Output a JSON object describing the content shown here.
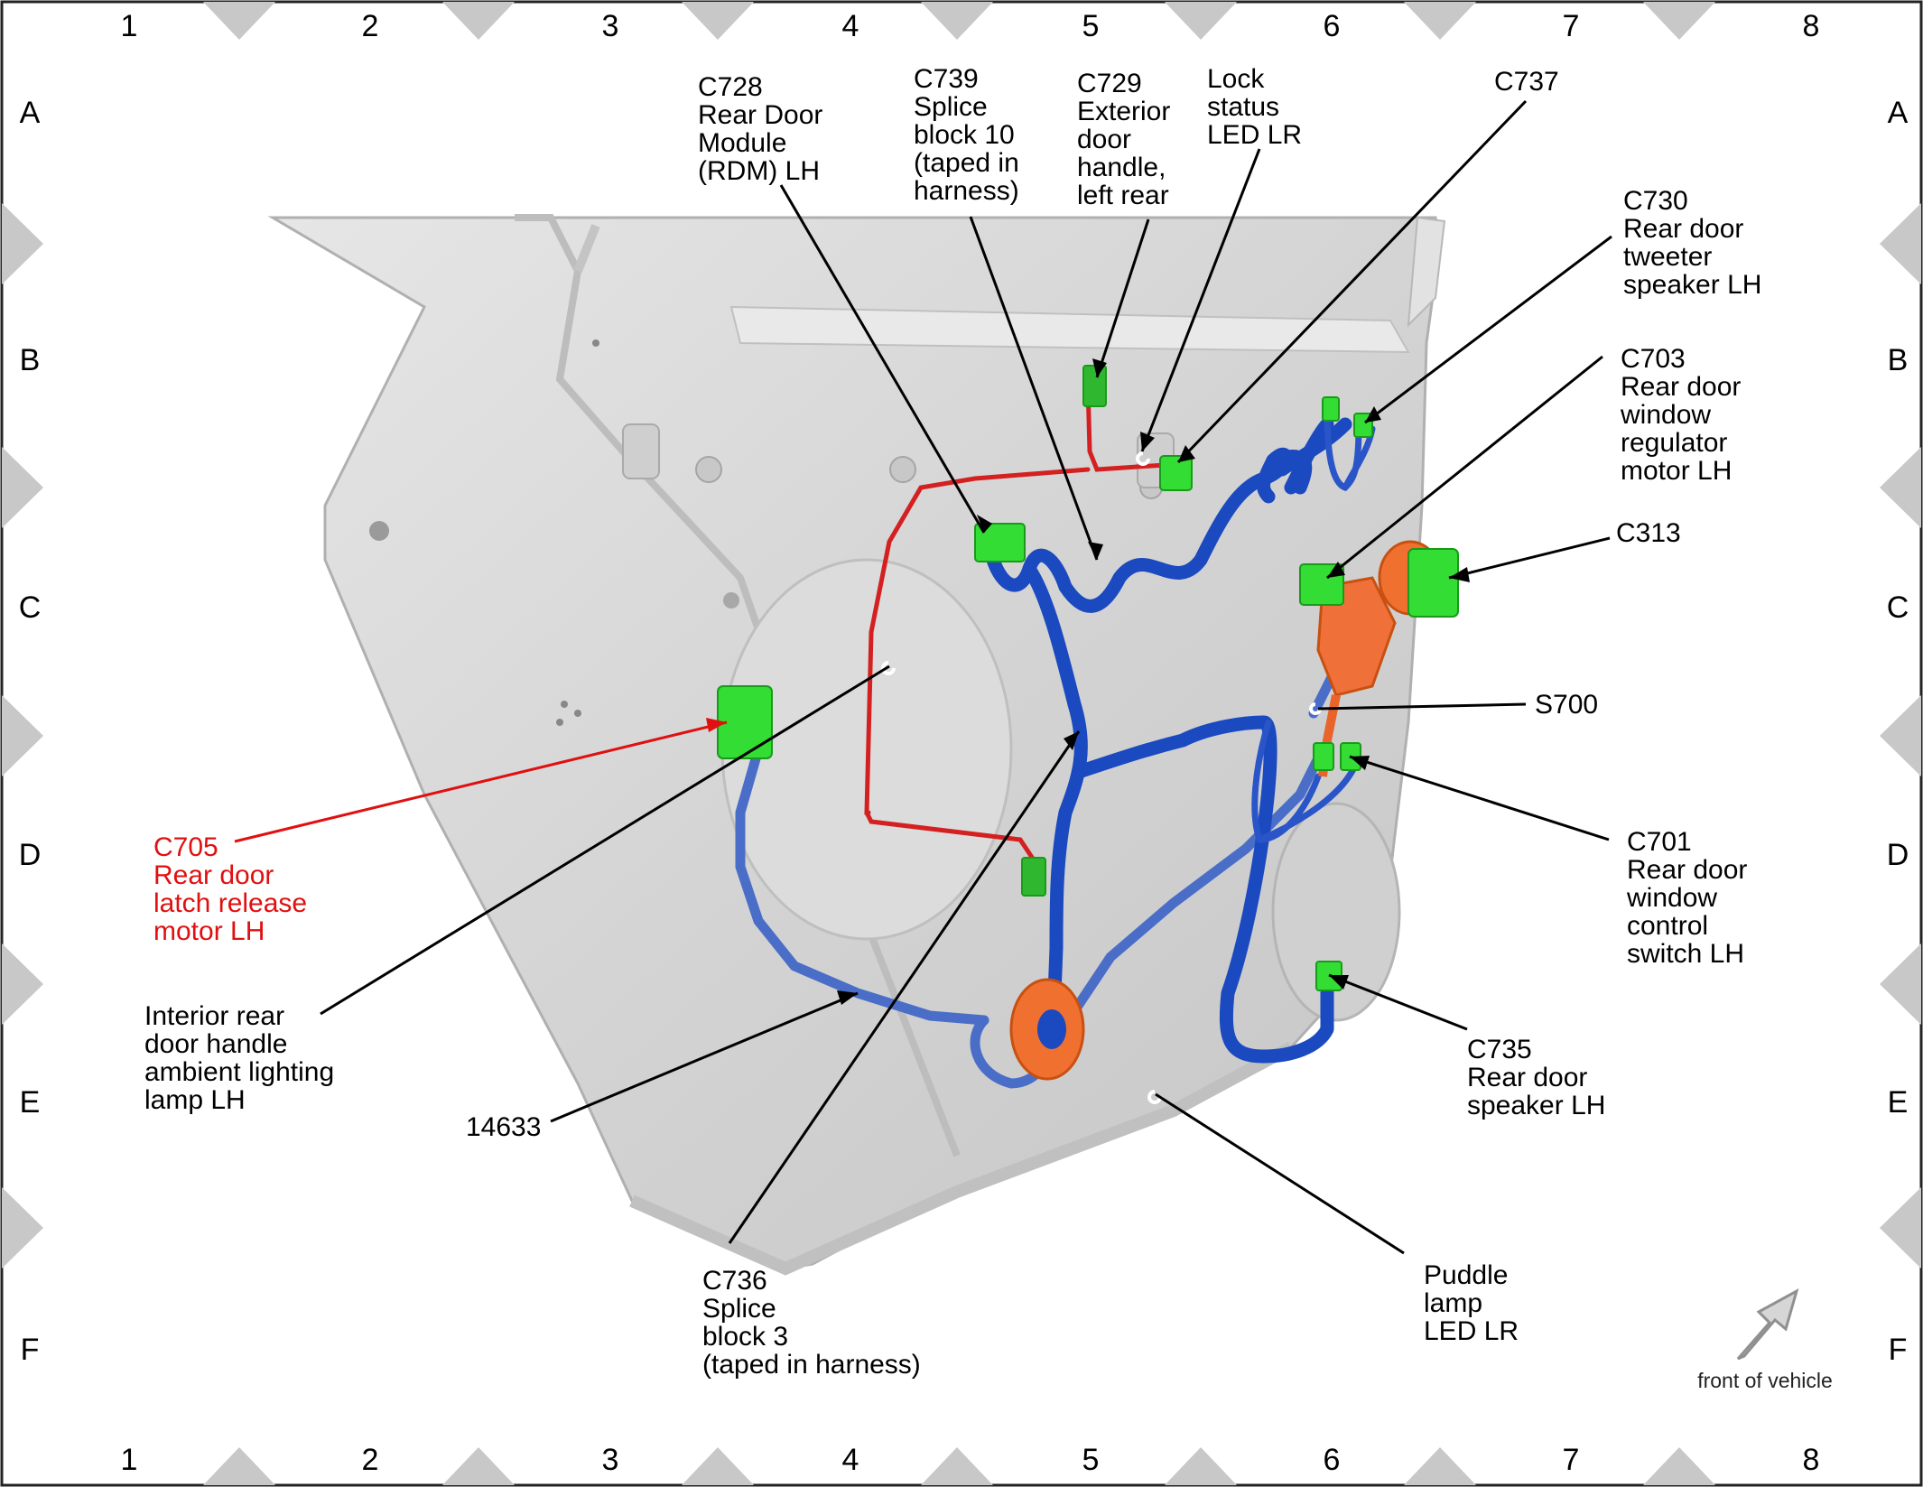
{
  "grid": {
    "columns": [
      "1",
      "2",
      "3",
      "4",
      "5",
      "6",
      "7",
      "8"
    ],
    "rows": [
      "A",
      "B",
      "C",
      "D",
      "E",
      "F"
    ]
  },
  "callouts": {
    "c728": [
      "C728",
      "Rear Door",
      "Module",
      "(RDM) LH"
    ],
    "c739": [
      "C739",
      "Splice",
      "block 10",
      "(taped in",
      "harness)"
    ],
    "c729": [
      "C729",
      "Exterior",
      "door",
      "handle,",
      "left rear"
    ],
    "lock_led": [
      "Lock",
      "status",
      "LED LR"
    ],
    "c737": [
      "C737"
    ],
    "c730": [
      "C730",
      "Rear door",
      "tweeter",
      "speaker LH"
    ],
    "c703": [
      "C703",
      "Rear door",
      "window",
      "regulator",
      "motor LH"
    ],
    "c313": [
      "C313"
    ],
    "s700": [
      "S700"
    ],
    "c701": [
      "C701",
      "Rear door",
      "window",
      "control",
      "switch LH"
    ],
    "c735": [
      "C735",
      "Rear door",
      "speaker LH"
    ],
    "puddle": [
      "Puddle",
      "lamp",
      "LED LR"
    ],
    "c736": [
      "C736",
      "Splice",
      "block 3",
      "(taped in harness)"
    ],
    "n14633": [
      "14633"
    ],
    "interior": [
      "Interior rear",
      "door handle",
      "ambient lighting",
      "lamp LH"
    ],
    "c705": [
      "C705",
      "Rear door",
      "latch release",
      "motor LH"
    ]
  },
  "orientation_label": "front of vehicle",
  "colors": {
    "harness_blue": "#1a49c0",
    "harness_light_blue": "#4a6ec8",
    "red_wire": "#d42020",
    "connector_green": "#33dd33",
    "grommet_orange": "#f07030",
    "door_panel": "#d9d9d9",
    "highlight_red": "#e01010"
  }
}
